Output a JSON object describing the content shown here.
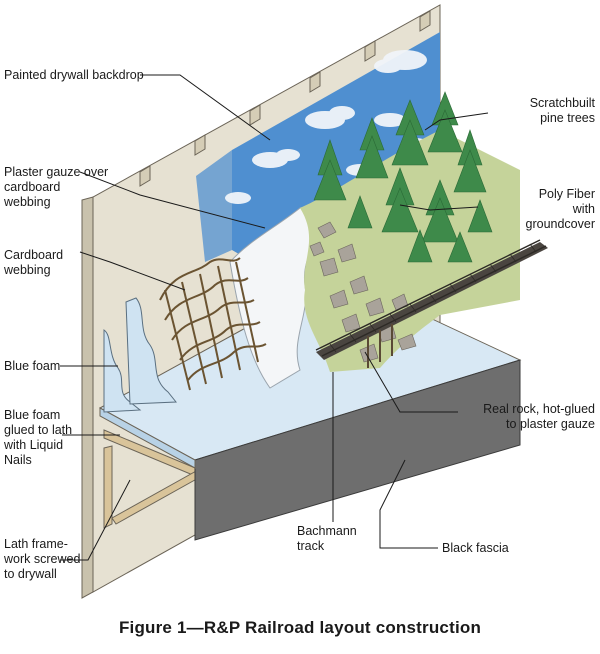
{
  "labels": {
    "backdrop": "Painted drywall backdrop",
    "plaster": "Plaster gauze over\ncardboard\nwebbing",
    "cardboard": "Cardboard\nwebbing",
    "blue_foam": "Blue foam",
    "foam_glued": "Blue foam\nglued to lath\nwith Liquid\nNails",
    "lath": "Lath frame-\nwork screwed\nto drywall",
    "bachmann": "Bachmann\ntrack",
    "black_fascia": "Black fascia",
    "real_rock": "Real rock, hot-glued\nto plaster gauze",
    "poly_fiber": "Poly Fiber\nwith\ngroundcover",
    "pine_trees": "Scratchbuilt\npine trees"
  },
  "caption": "Figure 1—R&P Railroad layout construction",
  "colors": {
    "sky": "#4f8fd0",
    "drywall": "#e6e1d2",
    "lath": "#d9c49a",
    "foam": "#cfe3f2",
    "plaster": "#f4f6f8",
    "ground": "#c5d39a",
    "fascia": "#6e6e6e",
    "tree": "#3e8a4a",
    "track": "#4a4540"
  }
}
